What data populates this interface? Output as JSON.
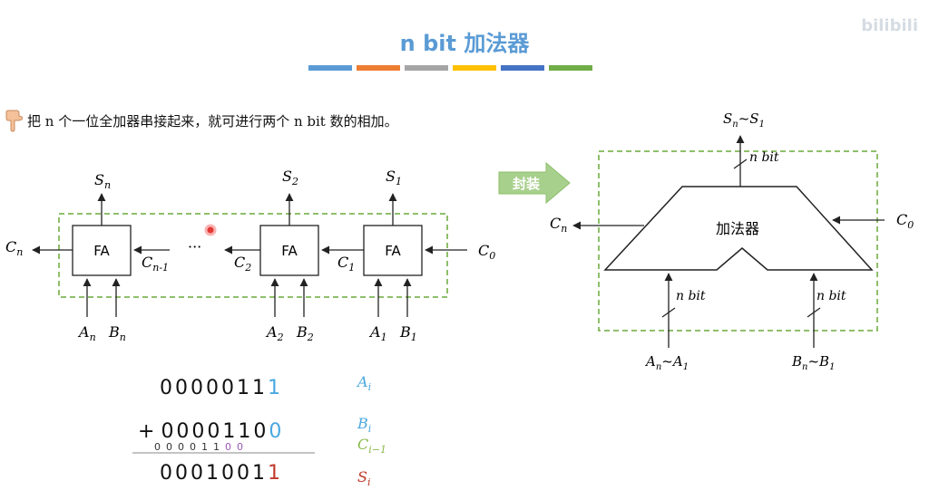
{
  "slide": {
    "title": "n bit 加法器",
    "watermark": "bilibili",
    "color_bar": [
      "#5a9bd5",
      "#ed7d31",
      "#a5a5a5",
      "#ffc000",
      "#4472c4",
      "#70ad47"
    ],
    "intro_text": "把 n 个一位全加器串接起来，就可进行两个 n bit 数的相加。",
    "hand_icon": "pointing-hand-icon"
  },
  "left_circuit": {
    "block_label": "FA",
    "outputs": [
      "S",
      "S",
      "S"
    ],
    "output_subs": [
      "n",
      "2",
      "1"
    ],
    "carry_out_label": "C",
    "carry_out_sub": "n",
    "carry_in_label": "C",
    "carry_in_sub": "0",
    "internal_carries": [
      {
        "label": "C",
        "sub": "n-1"
      },
      {
        "label": "C",
        "sub": "2"
      },
      {
        "label": "C",
        "sub": "1"
      }
    ],
    "ellipsis": "···",
    "inputs_a": [
      "A",
      "A",
      "A"
    ],
    "inputs_a_subs": [
      "n",
      "2",
      "1"
    ],
    "inputs_b": [
      "B",
      "B",
      "B"
    ],
    "inputs_b_subs": [
      "n",
      "2",
      "1"
    ]
  },
  "package_arrow": {
    "label": "封装"
  },
  "right_block": {
    "label": "加法器",
    "output_main": "S",
    "output_sub_1": "n",
    "output_tilde": "~S",
    "output_sub_2": "1",
    "output_width": "n bit",
    "carry_out": "C",
    "carry_out_sub": "n",
    "carry_in": "C",
    "carry_in_sub": "0",
    "input_a_width": "n bit",
    "input_b_width": "n bit",
    "input_a_main": "A",
    "input_a_sub1": "n",
    "input_a_tilde": "~A",
    "input_a_sub2": "1",
    "input_b_main": "B",
    "input_b_sub1": "n",
    "input_b_tilde": "~B",
    "input_b_sub2": "1"
  },
  "binary_example": {
    "a_digits": "0000011",
    "a_last": "1",
    "plus": "+",
    "b_digits": "0000110",
    "b_last": "0",
    "carry_digits": "000011",
    "carry_last": "00",
    "sum_digits": "0001001",
    "sum_last": "1",
    "label_a": "A",
    "label_a_sub": "i",
    "label_b": "B",
    "label_b_sub": "i",
    "label_c": "C",
    "label_c_sub": "i−1",
    "label_s": "S",
    "label_s_sub": "i",
    "colors": {
      "a": "#4aa8e0",
      "b": "#4aa8e0",
      "c": "#8ab84a",
      "carry_purple": "#9b59b6",
      "s": "#c0392b"
    }
  }
}
